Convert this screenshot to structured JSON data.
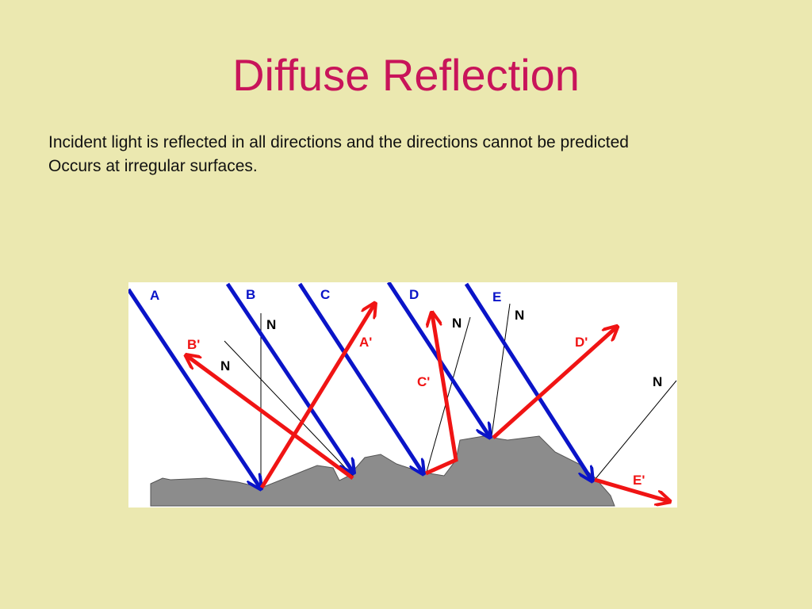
{
  "title": "Diffuse Reflection",
  "body_lines": [
    "Incident light is reflected in all directions and the directions cannot be predicted",
    "Occurs at irregular surfaces."
  ],
  "diagram": {
    "incident_labels": [
      "A",
      "B",
      "C",
      "D",
      "E"
    ],
    "reflected_labels": [
      "A'",
      "B'",
      "C'",
      "D'",
      "E'"
    ],
    "normal_label": "N",
    "colors": {
      "incident": "#0a14c8",
      "reflected": "#f01414",
      "surface": "#8c8c8c",
      "background": "#ffffff"
    }
  }
}
